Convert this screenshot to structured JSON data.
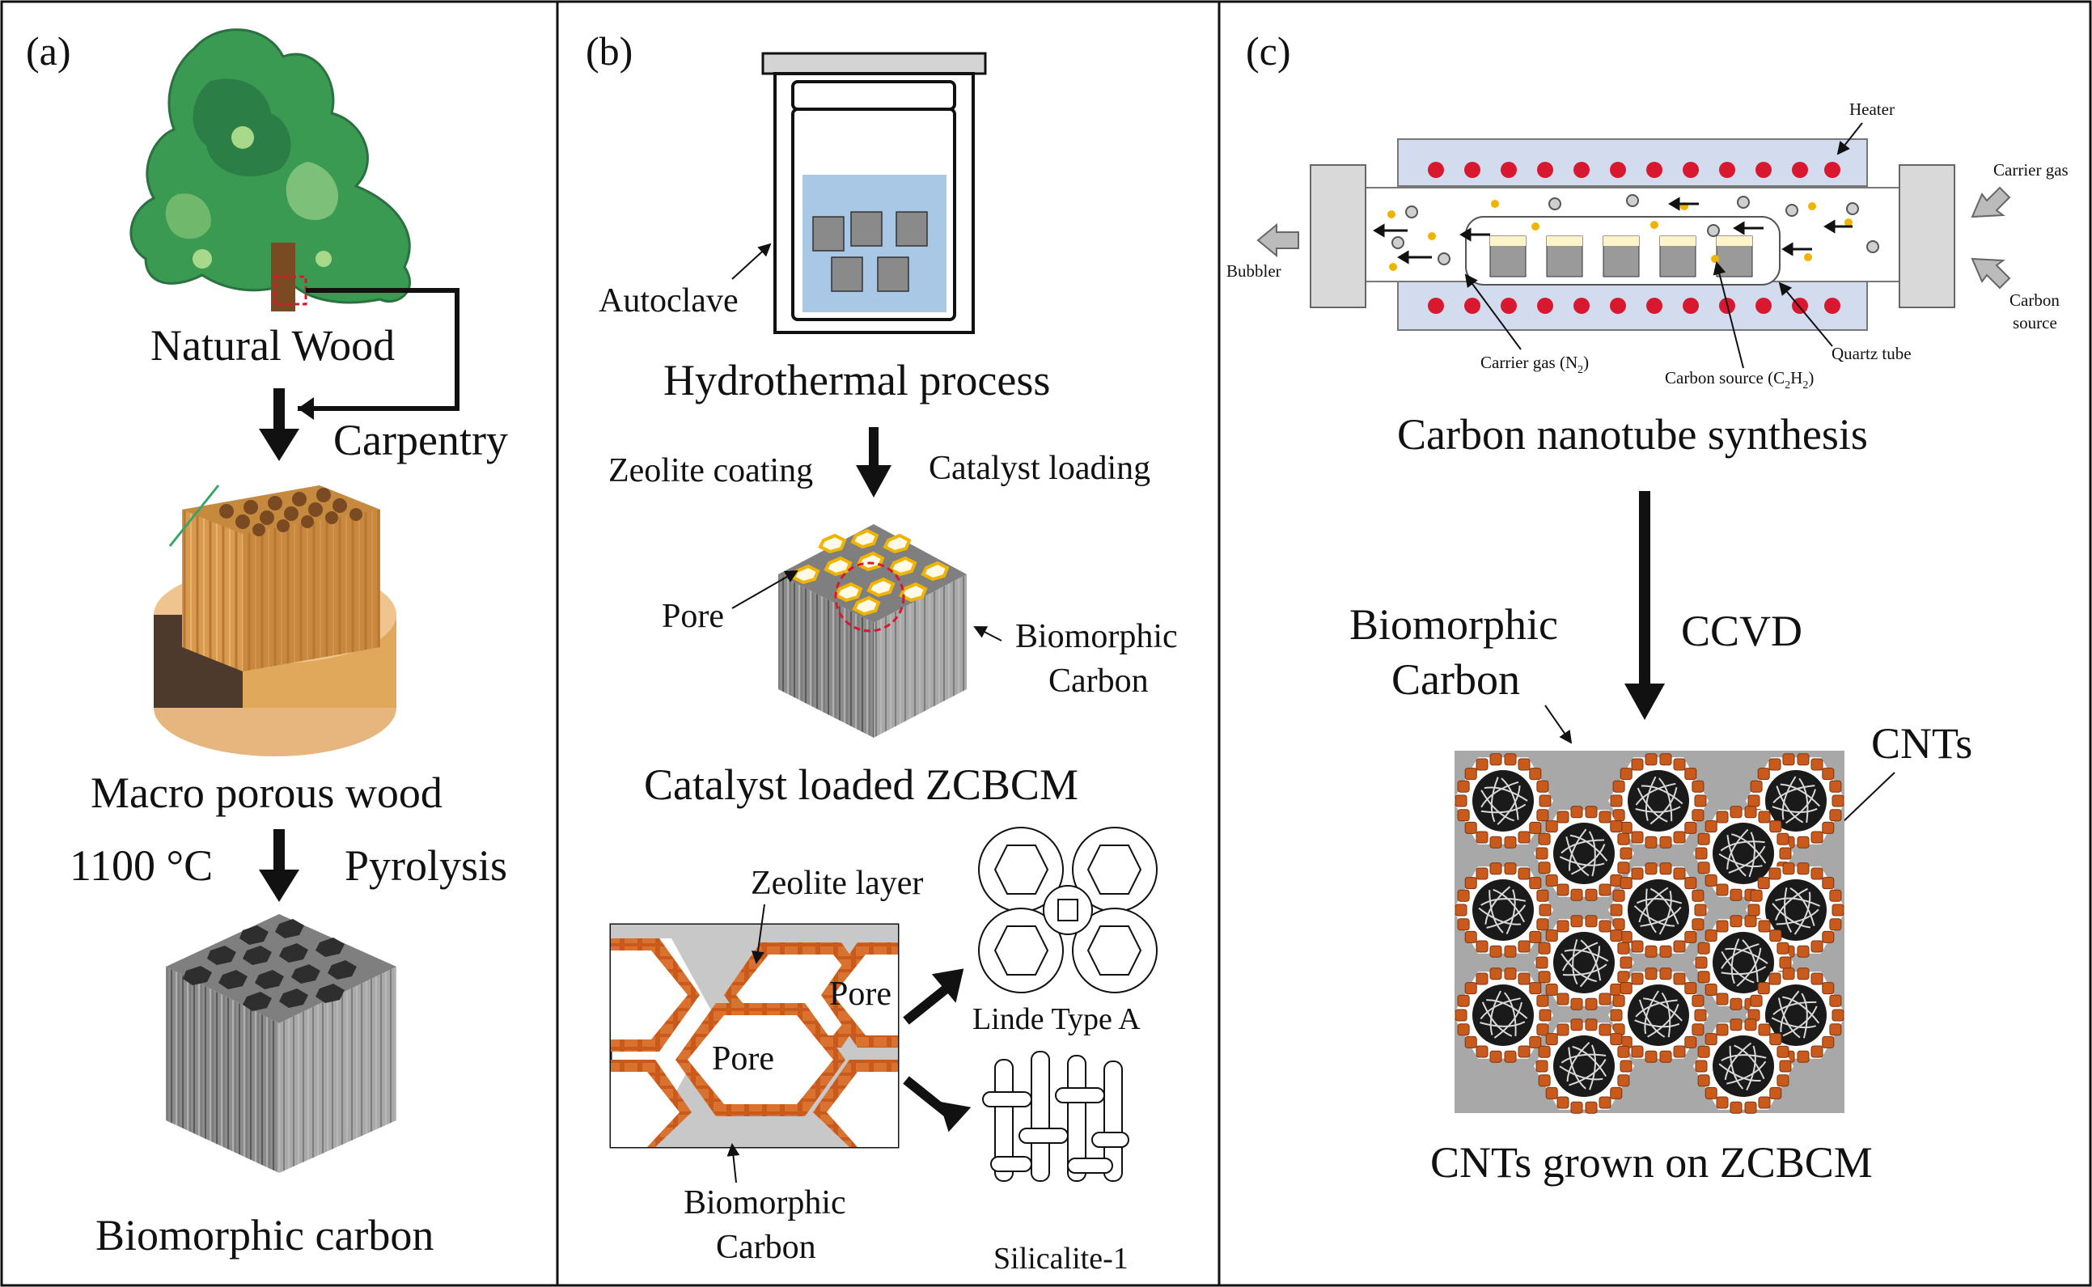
{
  "panels": {
    "a": {
      "tag": "(a)",
      "natural_wood": "Natural Wood",
      "carpentry": "Carpentry",
      "macro_porous_wood": "Macro porous wood",
      "temperature": "1100 °C",
      "pyrolysis": "Pyrolysis",
      "biomorphic_carbon": "Biomorphic carbon"
    },
    "b": {
      "tag": "(b)",
      "autoclave": "Autoclave",
      "hydrothermal_process": "Hydrothermal process",
      "zeolite_coating": "Zeolite coating",
      "catalyst_loading": "Catalyst  loading",
      "pore": "Pore",
      "biomorphic_carbon_line1": "Biomorphic",
      "biomorphic_carbon_line2": "Carbon",
      "catalyst_loaded": "Catalyst loaded ZCBCM",
      "zeolite_layer": "Zeolite layer",
      "pore_right": "Pore",
      "pore_center": "Pore",
      "bottom_biomorphic_line1": "Biomorphic",
      "bottom_biomorphic_line2": "Carbon",
      "linde_type_a": "Linde Type A",
      "silicalite": "Silicalite-1"
    },
    "c": {
      "tag": "(c)",
      "heater": "Heater",
      "carrier_gas_top": "Carrier gas",
      "carbon_source_line1": "Carbon",
      "carbon_source_line2": "source",
      "bubbler": "Bubbler",
      "carrier_gas_n2": "Carrier gas (N",
      "n2_sub": "2",
      "carbon_source_c2h2_a": "Carbon source (C",
      "c2h2_sub1": "2",
      "c2h2_mid": "H",
      "c2h2_sub2": "2",
      "quartz_tube": "Quartz tube",
      "cnt_synthesis": "Carbon nanotube synthesis",
      "ccvd": "CCVD",
      "biomorphic_line1": "Biomorphic",
      "biomorphic_line2": "Carbon",
      "cnts": "CNTs",
      "cnts_grown": "CNTs grown on ZCBCM"
    }
  },
  "colors": {
    "tree_green": "#3a9a52",
    "wood_light": "#e0a85a",
    "wood_dark": "#6b4524",
    "carbon_grey": "#9a9a9a",
    "water_blue": "#a8c8e6",
    "heater_blue": "#d3dcef",
    "heater_dot": "#d8182e",
    "zeolite_orange": "#c95a1c",
    "catalyst_yellow": "#f0b400"
  }
}
